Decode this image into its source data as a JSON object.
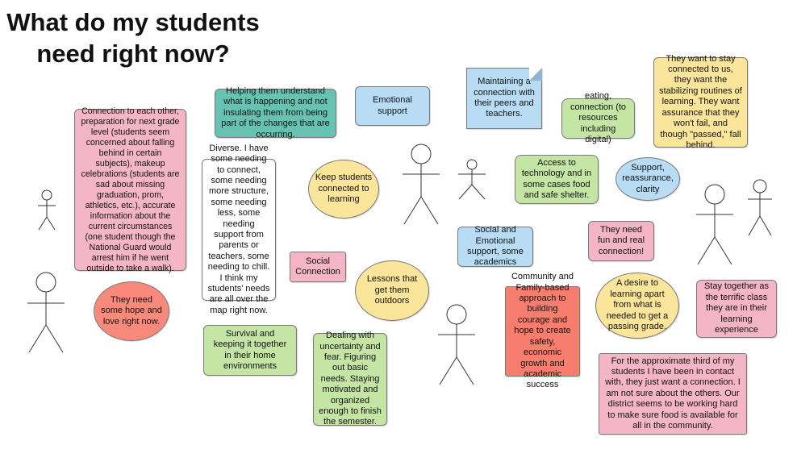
{
  "title": {
    "line1": "What do my students",
    "line2": "need right now?"
  },
  "notes": {
    "connection_each_other": "Connection to each other, preparation for next grade level (students seem concerned about falling behind in certain subjects), makeup celebrations (students are sad about missing graduation, prom, athletics, etc.), accurate information about the current circumstances (one student though the National Guard would arrest him if he went outside to take a walk).",
    "helping_understand": "Helping them understand what is happening and not insulating them from being part of the changes that are occurring.",
    "emotional_support": "Emotional support",
    "maintaining_connection": "Maintaining a connection with their peers and teachers.",
    "eating_connection": "eating, connection (to resources including digital)",
    "want_to_stay": "They want to stay connected to us, they want the stabilizing routines of learning. They want assurance that they won't fail, and though \"passed,\" fall behind.",
    "diverse": "Diverse. I have some needing to connect, some needing more structure, some needing less, some needing support from parents or teachers, some needing to chill. I think my students' needs are all over the map right now.",
    "keep_connected": "Keep students connected to learning",
    "access_technology": "Access to technology and in some cases food and safe shelter.",
    "support_reassurance": "Support, reassurance, clarity",
    "social_emotional": "Social and Emotional support, some academics",
    "fun_real": "They need fun and real connection!",
    "social_connection": "Social Connection",
    "lessons_outdoors": "Lessons that get them outdoors",
    "need_hope": "They need some hope and love right now.",
    "community_family": "Community and Family-based approach to building courage and hope to create safety, economic growth and academic success",
    "desire_learning": "A desire to learning apart from what is needed to get a passing grade.",
    "stay_together": "Stay together as the terrific class they are in their learning experience",
    "survival": "Survival and keeping it together in their home environments",
    "dealing_uncertainty": "Dealing with uncertainty and fear. Figuring out basic needs. Staying motivated and organized enough to finish the semester.",
    "approximate_third": "For the approximate third of my students I have been in contact with, they just want a connection.  I am not sure about the others.  Our district seems to be working hard to make sure food is available for all in the community."
  },
  "colors": {
    "pink": "#f4b6c6",
    "teal": "#67c3b1",
    "blue": "#b7dcf4",
    "green": "#c5e5a5",
    "yellow": "#fae59a",
    "red": "#f9897a",
    "salmon": "#f77e6e"
  },
  "icons": [
    "stick-figure-icon"
  ]
}
